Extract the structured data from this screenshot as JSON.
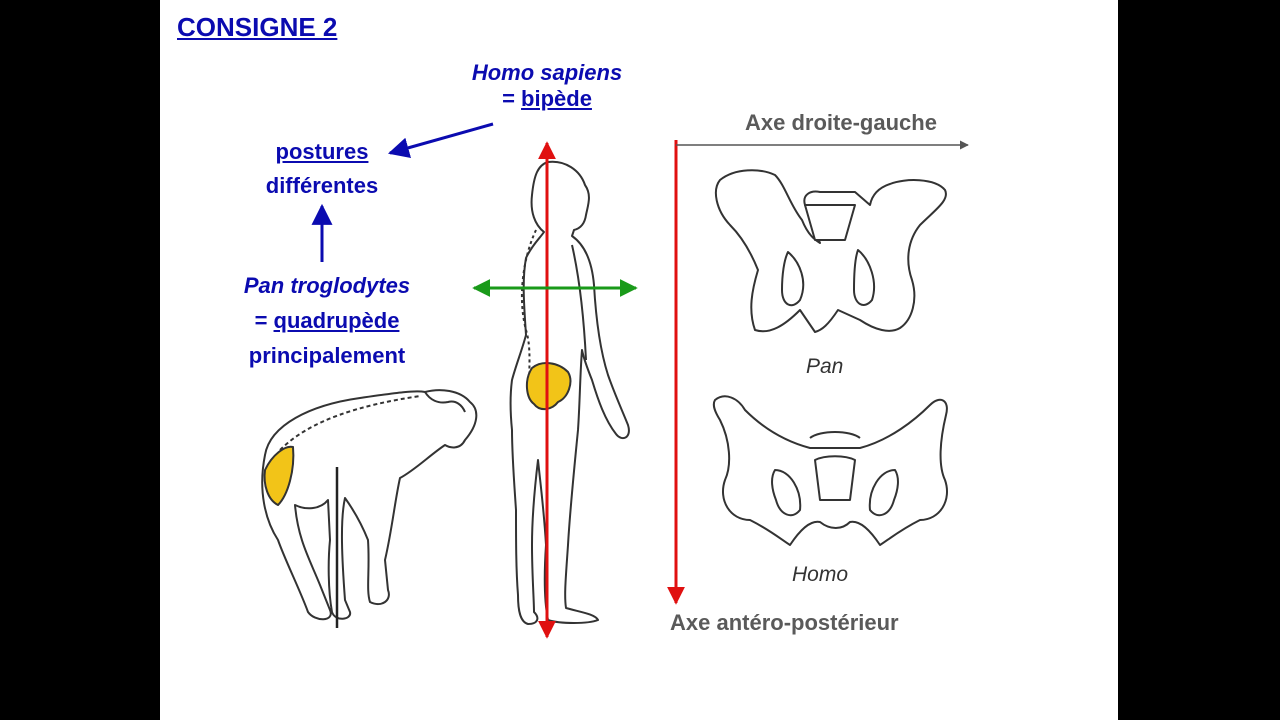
{
  "slide": {
    "title": "CONSIGNE 2",
    "homo_line1": "Homo sapiens",
    "homo_eq": "= ",
    "homo_line2": "bipède",
    "postures_line1": "postures",
    "postures_line2": "différentes",
    "pan_line1": "Pan troglodytes",
    "pan_eq": "= ",
    "pan_line2": "quadrupède",
    "pan_line3": "principalement",
    "axis_lr": "Axe droite-gauche",
    "axis_ap": "Axe antéro-postérieur",
    "label_pan": "Pan",
    "label_homo": "Homo"
  },
  "colors": {
    "text_blue": "#0b0bb0",
    "axis_red": "#e01010",
    "axis_green": "#1a9a1a",
    "pelvis_yellow": "#f2c418",
    "outline": "#333333"
  },
  "icons": [
    "chimpanzee-figure",
    "human-figure",
    "pan-pelvis",
    "homo-pelvis"
  ]
}
